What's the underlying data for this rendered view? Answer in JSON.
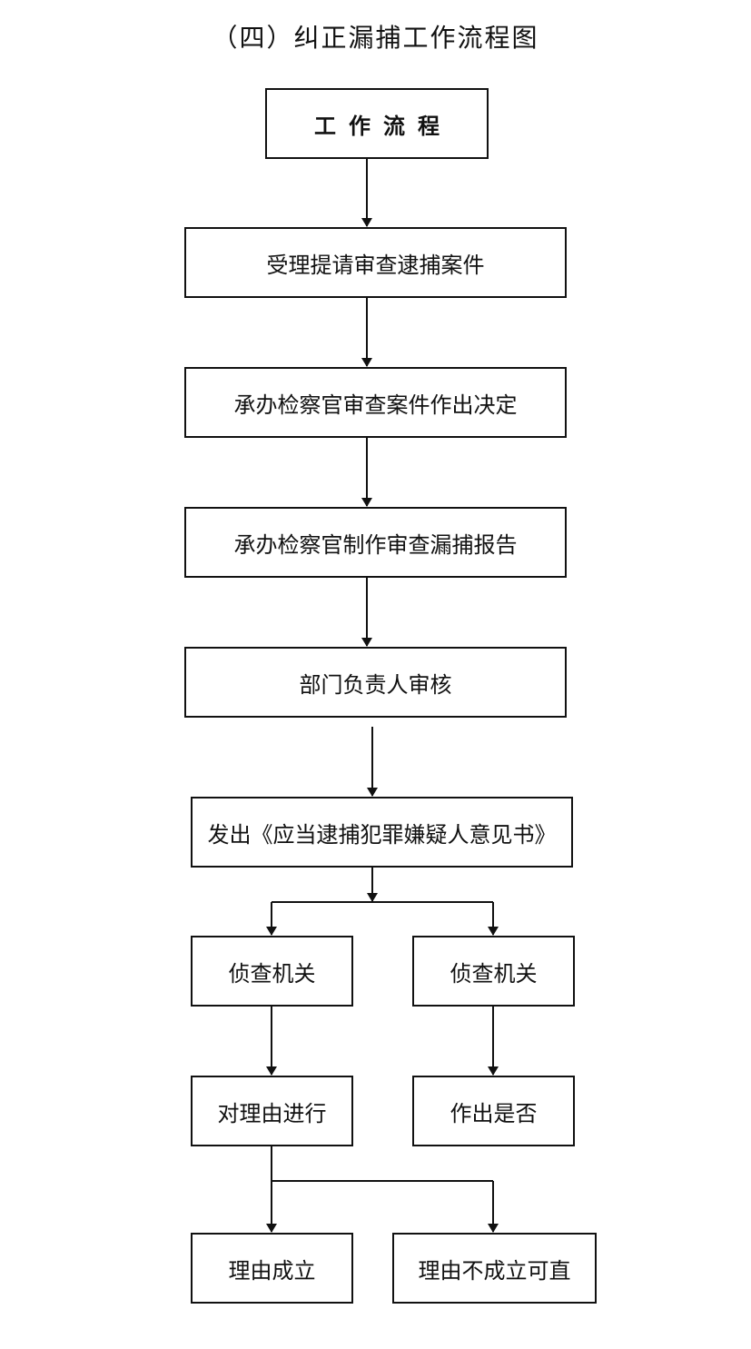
{
  "title": "（四）纠正漏捕工作流程图",
  "steps": {
    "header": "工作流程",
    "step1": "受理提请审查逮捕案件",
    "step2": "承办检察官审查案件作出决定",
    "step3": "承办检察官制作审查漏捕报告",
    "step4": "部门负责人审核",
    "step5": "发出《应当逮捕犯罪嫌疑人意见书》"
  },
  "branch_left": {
    "box1": "侦查机关",
    "box2": "对理由进行",
    "box3": "理由成立"
  },
  "branch_right": {
    "box1": "侦查机关",
    "box2": "作出是否",
    "box3": "理由不成立可直"
  },
  "colors": {
    "line": "#111111",
    "background": "#ffffff"
  }
}
